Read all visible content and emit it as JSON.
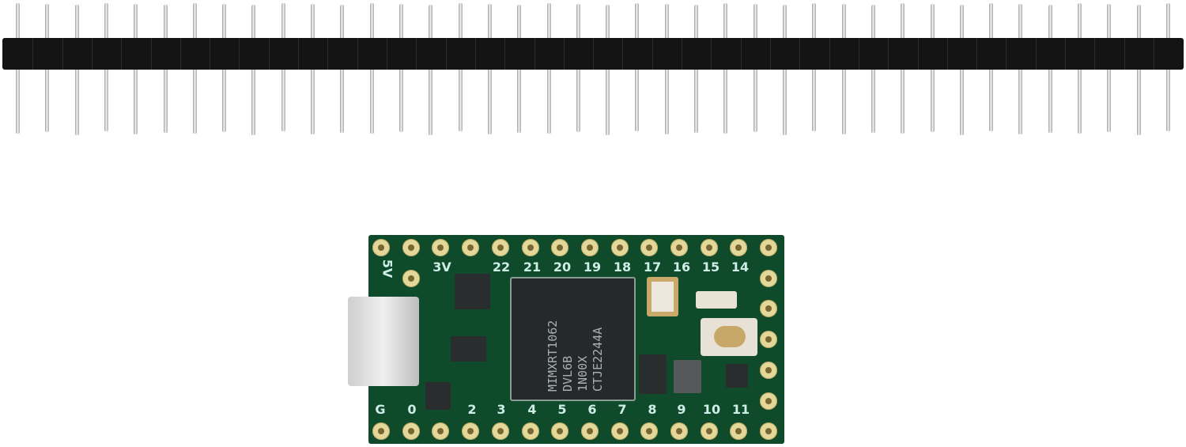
{
  "header": {
    "pin_count": 40
  },
  "board": {
    "top_labels": [
      "3V",
      "22",
      "21",
      "20",
      "19",
      "18",
      "17",
      "16",
      "15",
      "14"
    ],
    "bottom_labels": [
      "G",
      "0",
      "2",
      "3",
      "4",
      "5",
      "6",
      "7",
      "8",
      "9",
      "10",
      "11"
    ],
    "side_label": "5V",
    "chip_text": [
      "MIMXRT1062",
      "DVL6B",
      "1N00X",
      "CTJE2244A"
    ]
  }
}
